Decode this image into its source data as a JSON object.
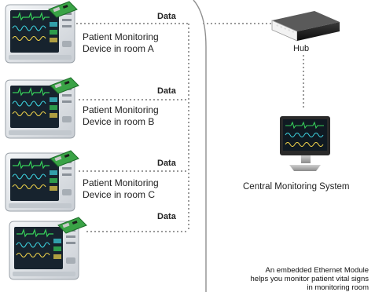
{
  "data_label": "Data",
  "devices": [
    {
      "line1": "Patient Monitoring",
      "line2": "Device in room A"
    },
    {
      "line1": "Patient Monitoring",
      "line2": "Device in room B"
    },
    {
      "line1": "Patient Monitoring",
      "line2": "Device in room C"
    },
    {
      "line1": "",
      "line2": ""
    }
  ],
  "hub": {
    "label": "Hub"
  },
  "central": {
    "label": "Central Monitoring System"
  },
  "footer": {
    "line1": "An embedded Ethernet Module",
    "line2": "helps you monitor patient vital signs",
    "line3": "in monitoring room"
  },
  "colors": {
    "connector": "#9a9a9a",
    "module_green": "#3aa346",
    "screen": "#17232e",
    "wave_green": "#37d05a",
    "wave_cyan": "#3ed4e0",
    "wave_yellow": "#f0d34a",
    "device_body": "#dfe3e8"
  },
  "icons": {
    "patient_monitor": "patient-monitor-icon",
    "ethernet_module": "ethernet-module-icon",
    "hub": "network-hub-icon",
    "central_monitor": "computer-monitor-icon"
  }
}
